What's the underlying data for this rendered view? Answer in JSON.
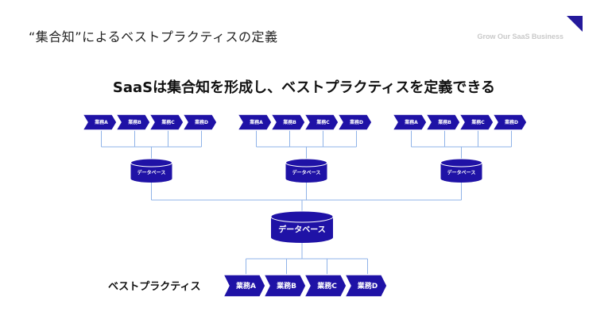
{
  "header": {
    "title": "“集合知”によるベストプラクティスの定義",
    "brand": "Grow Our SaaS Business"
  },
  "headline": "SaaSは集合知を形成し、ベストプラクティスを定義できる",
  "groups": [
    {
      "steps": [
        "業務A",
        "業務B",
        "業務C",
        "業務D"
      ],
      "database": "データベース"
    },
    {
      "steps": [
        "業務A",
        "業務B",
        "業務C",
        "業務D"
      ],
      "database": "データベース"
    },
    {
      "steps": [
        "業務A",
        "業務B",
        "業務C",
        "業務D"
      ],
      "database": "データベース"
    }
  ],
  "central_database": "データベース",
  "best_practice": {
    "label": "ベストプラクティス",
    "steps": [
      "業務A",
      "業務B",
      "業務C",
      "業務D"
    ]
  },
  "colors": {
    "primary": "#1f12a6",
    "connector": "#8fb3e8",
    "accent": "#24199b"
  }
}
